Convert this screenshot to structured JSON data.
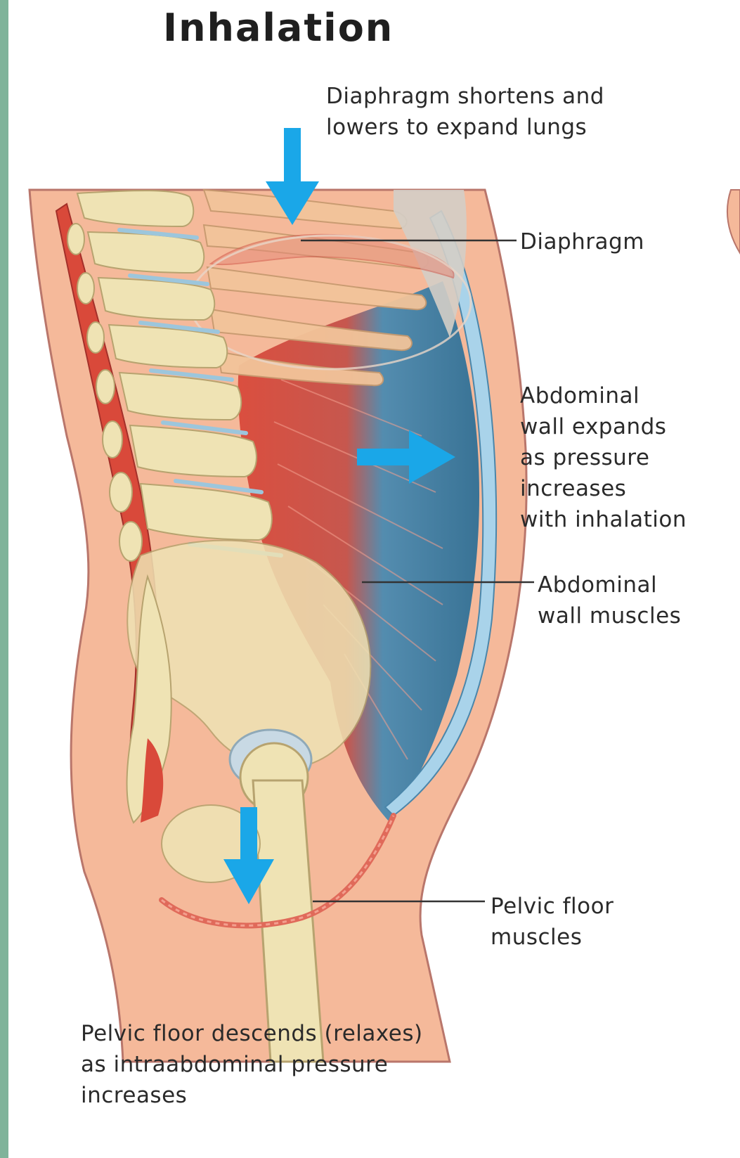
{
  "title": "Inhalation",
  "labels": {
    "diaphragm_note": [
      "Diaphragm shortens and",
      "lowers to expand lungs"
    ],
    "diaphragm": "Diaphragm",
    "abdominal_wall_note": [
      "Abdominal",
      "wall expands",
      "as pressure",
      "increases",
      "with inhalation"
    ],
    "abdominal_muscles": [
      "Abdominal",
      "wall muscles"
    ],
    "pelvic_floor_muscles": [
      "Pelvic floor",
      "muscles"
    ],
    "pelvic_floor_note": [
      "Pelvic floor descends (relaxes)",
      "as intraabdominal pressure",
      "increases"
    ]
  },
  "colors": {
    "skin": "#f5b99a",
    "skin_outline": "#b9766b",
    "muscle_red": "#d9493a",
    "abdominal_blue": "#3f7fa3",
    "bone": "#efe3b4",
    "bone_shadow": "#c9b77e",
    "disc_blue": "#a9cfe2",
    "arrow_blue": "#1aa7e8",
    "side_green": "#7fb39a"
  }
}
